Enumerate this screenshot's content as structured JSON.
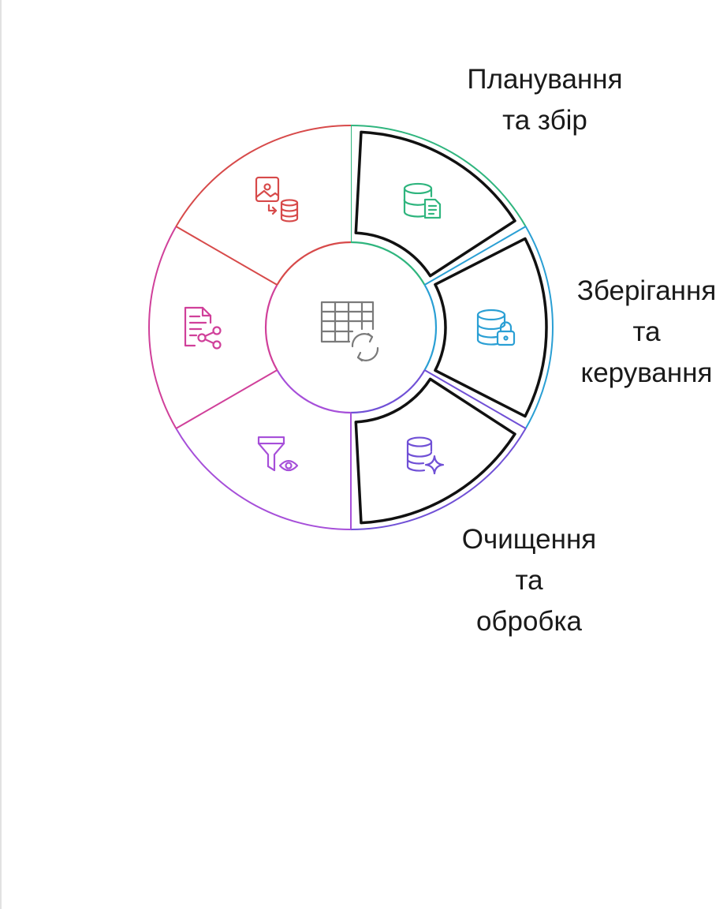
{
  "stages": [
    {
      "id": "planning",
      "lines": [
        "Планування",
        "та збір"
      ],
      "color": "#2fb57e",
      "icon": "database-document-icon",
      "highlighted": true
    },
    {
      "id": "storage",
      "lines": [
        "Зберігання",
        "та",
        "керування"
      ],
      "color": "#2a9fd4",
      "icon": "database-lock-icon",
      "highlighted": true
    },
    {
      "id": "cleaning",
      "lines": [
        "Очищення",
        "та",
        "обробка"
      ],
      "color": "#7050d6",
      "icon": "database-sparkle-icon",
      "highlighted": true
    },
    {
      "id": "filtering",
      "color": "#a64fd9",
      "icon": "filter-eye-icon",
      "highlighted": false
    },
    {
      "id": "sharing",
      "color": "#d0409a",
      "icon": "document-share-icon",
      "highlighted": false
    },
    {
      "id": "ingest",
      "color": "#d74a4a",
      "icon": "image-to-database-icon",
      "highlighted": false
    }
  ],
  "center": {
    "icon": "table-sync-icon",
    "color": "#7a7a7a"
  },
  "highlight_outline_color": "#111111"
}
